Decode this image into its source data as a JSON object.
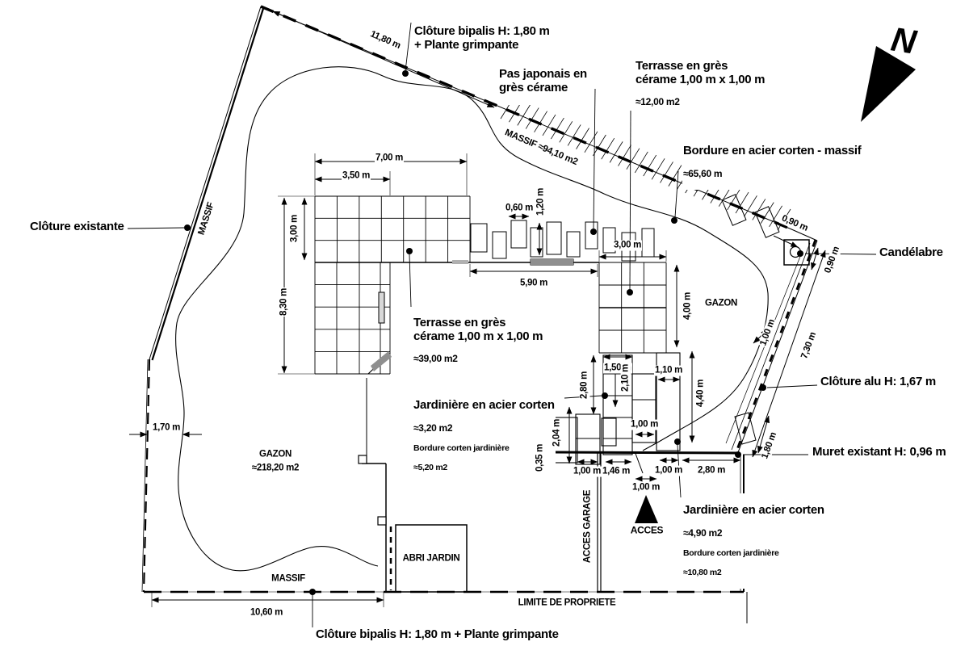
{
  "plan": {
    "colors": {
      "ink": "#000000",
      "paper": "#ffffff",
      "door_gray": "#8f8f8f"
    },
    "annotations": {
      "cloture_bipalis_top": {
        "text": "Clôture bipalis H: 1,80 m\n+ Plante grimpante"
      },
      "pas_japonais": {
        "text": "Pas japonais en\ngrès cérame"
      },
      "terrasse_12": {
        "title": "Terrasse en grès\ncérame 1,00 m x 1,00 m",
        "area": "≈12,00 m2"
      },
      "bordure_massif": {
        "title": "Bordure en acier corten - massif",
        "area": "≈65,60 m"
      },
      "cloture_existante": {
        "text": "Clôture existante"
      },
      "candelabre": {
        "text": "Candélabre"
      },
      "cloture_alu": {
        "text": "Clôture alu H: 1,67 m"
      },
      "muret": {
        "text": "Muret existant H: 0,96 m"
      },
      "terrasse_39": {
        "title": "Terrasse en grès\ncérame 1,00 m x 1,00 m",
        "area": "≈39,00 m2"
      },
      "jardiniere_32": {
        "title": "Jardinière en acier corten",
        "area": "≈3,20 m2",
        "sub": "Bordure corten jardinière",
        "sub_area": "≈5,20 m2"
      },
      "jardiniere_49": {
        "title": "Jardinière en acier corten",
        "area": "≈4,90 m2",
        "sub": "Bordure corten jardinière",
        "sub_area": "≈10,80 m2"
      },
      "cloture_bipalis_bottom": {
        "text": "Clôture bipalis H: 1,80 m + Plante grimpante"
      },
      "abri_jardin": {
        "text": "ABRI JARDIN"
      },
      "acces_garage": {
        "text": "ACCES GARAGE"
      },
      "acces": {
        "text": "ACCES"
      },
      "limite_propriete": {
        "text": "LIMITE DE PROPRIETE"
      },
      "north": {
        "text": "N"
      }
    },
    "areas": {
      "massif_top": "MASSIF ≈94,10 m2",
      "massif_left": "MASSIF",
      "massif_bottom": "MASSIF",
      "gazon_left_name": "GAZON",
      "gazon_left_area": "≈218,20 m2",
      "gazon_right": "GAZON"
    },
    "dims": {
      "d11_80": "11,80 m",
      "d7_00": "7,00 m",
      "d3_50": "3,50 m",
      "d3_00_left": "3,00 m",
      "d8_30": "8,30 m",
      "d0_60": "0,60 m",
      "d1_20": "1,20 m",
      "d5_90": "5,90 m",
      "d3_00_right": "3,00 m",
      "d4_00": "4,00 m",
      "d0_90_top": "0,90 m",
      "d0_90_right": "0,90 m",
      "d7_30": "7,30 m",
      "d1_00_fence": "1,00 m",
      "d1_80": "1,80 m",
      "d2_80_left": "2,80 m",
      "d1_50": "1,50 m",
      "d2_10": "2,10 m",
      "d1_10": "1,10 m",
      "d4_40": "4,40 m",
      "d1_00_step": "1,00 m",
      "d2_04": "2,04 m",
      "d0_35": "0,35 m",
      "d1_00_a": "1,00 m",
      "d1_46": "1,46 m",
      "d1_00_b": "1,00 m",
      "d2_80_bottom": "2,80 m",
      "d1_00_c": "1,00 m",
      "d1_70": "1,70 m",
      "d10_60": "10,60 m"
    }
  }
}
